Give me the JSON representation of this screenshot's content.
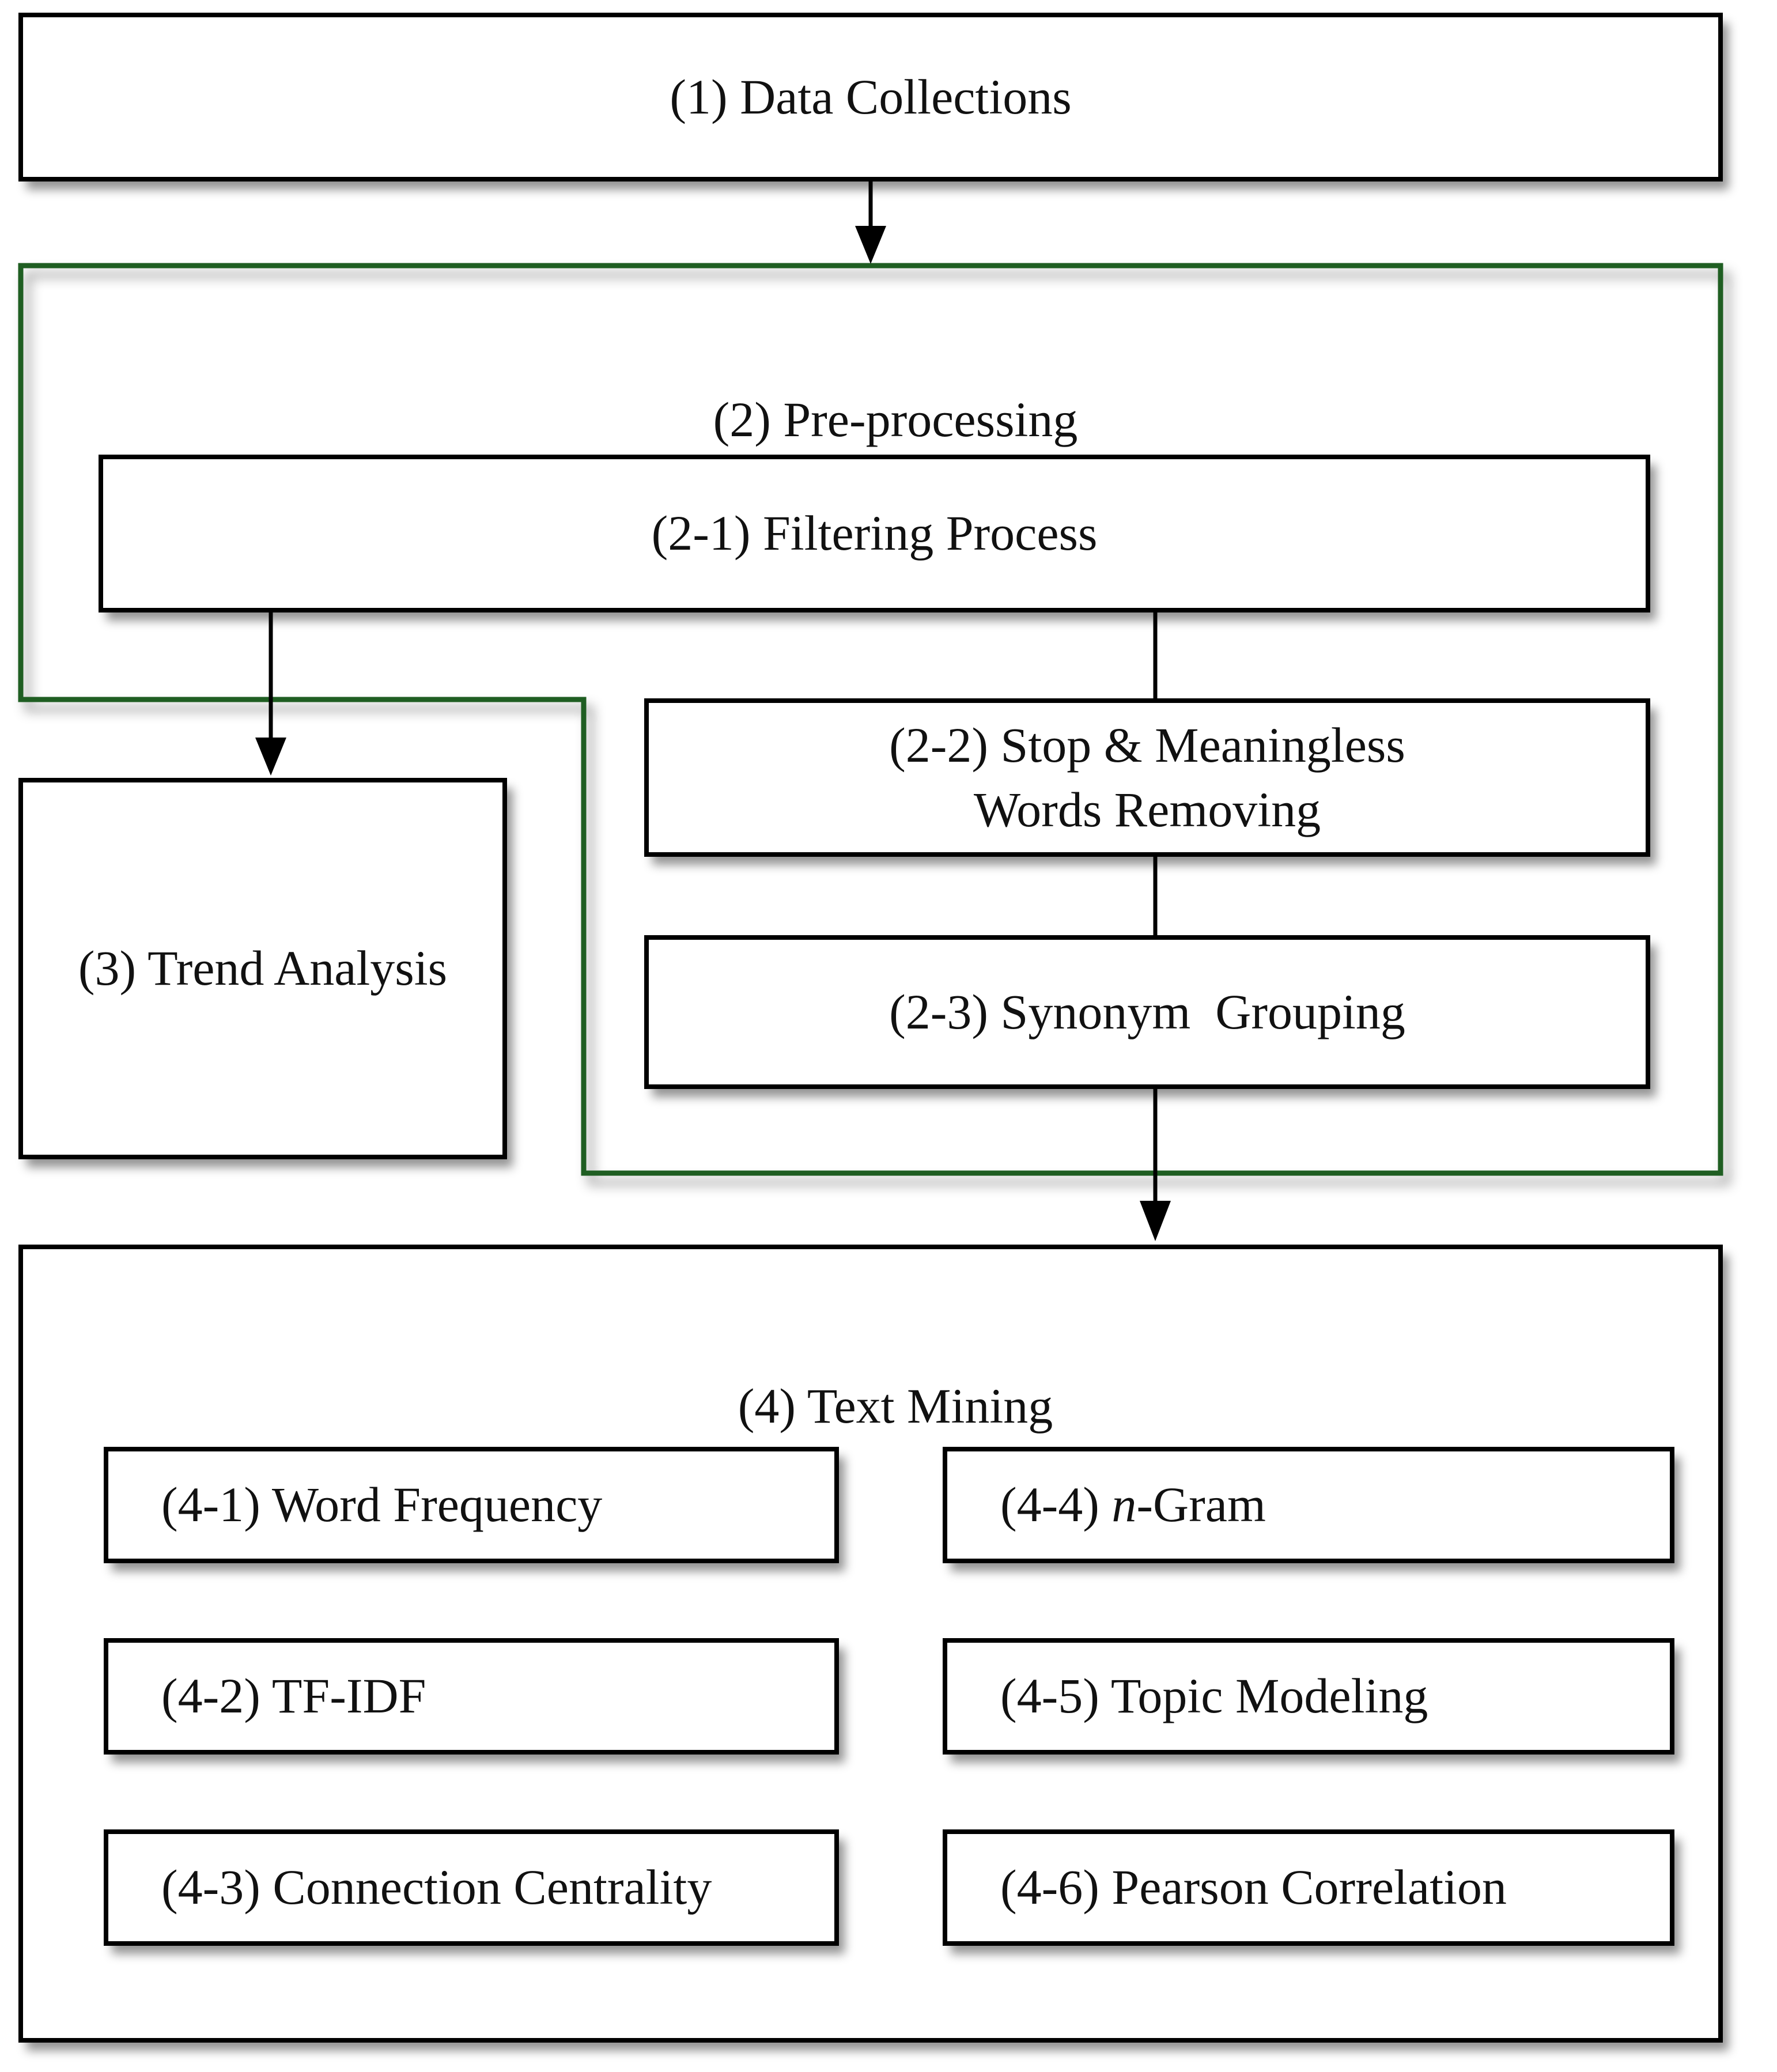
{
  "colors": {
    "black": "#000000",
    "container_green": "#1f5e22",
    "background": "#ffffff"
  },
  "nodes": {
    "data_collections": {
      "label": "(1) Data Collections"
    },
    "preprocessing": {
      "label": "(2) Pre-processing"
    },
    "filtering": {
      "label": "(2-1) Filtering Process"
    },
    "stopwords": {
      "label": "(2-2) Stop & Meaningless\nWords Removing"
    },
    "synonym": {
      "label": "(2-3) Synonym  Grouping"
    },
    "trend": {
      "label": "(3) Trend Analysis"
    },
    "text_mining": {
      "label": "(4) Text Mining"
    },
    "word_frequency": {
      "label": "(4-1) Word Frequency"
    },
    "tf_idf": {
      "label": "(4-2) TF-IDF"
    },
    "centrality": {
      "label": "(4-3) Connection Centrality"
    },
    "n_gram": {
      "prefix": "(4-4) ",
      "italic_var": "n",
      "suffix": "-Gram"
    },
    "topic_modeling": {
      "label": "(4-5) Topic Modeling"
    },
    "pearson": {
      "label": "(4-6) Pearson Correlation"
    }
  }
}
